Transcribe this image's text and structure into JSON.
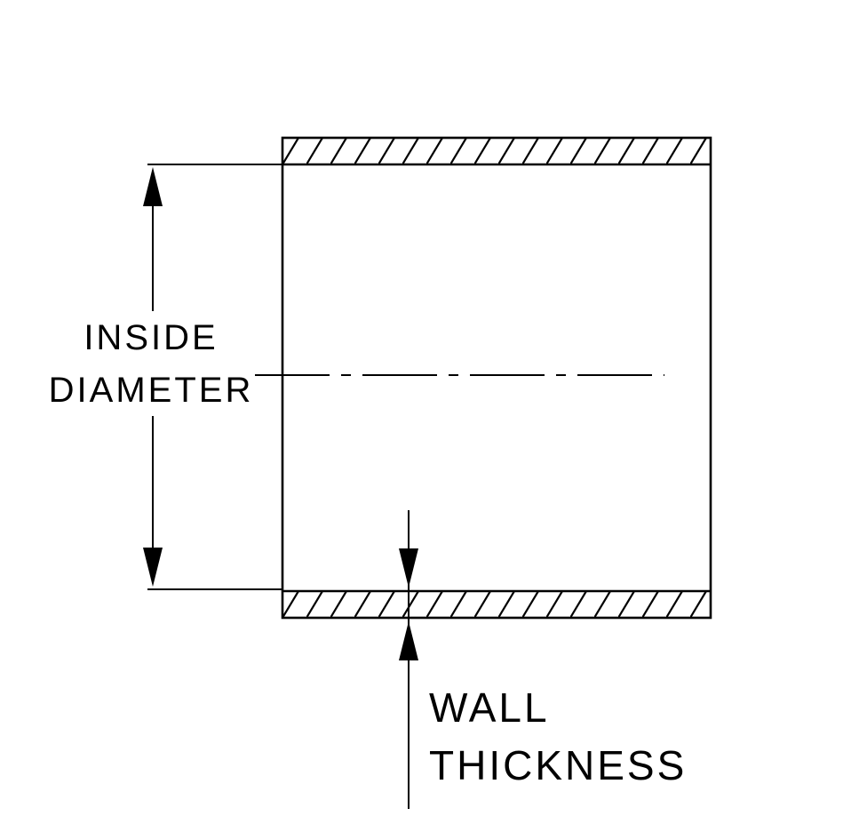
{
  "diagram": {
    "type": "engineering-cross-section",
    "subject": "hose-coupler-tube-cross-section",
    "colors": {
      "background": "#ffffff",
      "line": "#000000",
      "text": "#000000"
    },
    "labels": {
      "inside_diameter": {
        "line1": "INSIDE",
        "line2": "DIAMETER"
      },
      "wall_thickness": {
        "line1": "WALL",
        "line2": "THICKNESS"
      }
    }
  }
}
